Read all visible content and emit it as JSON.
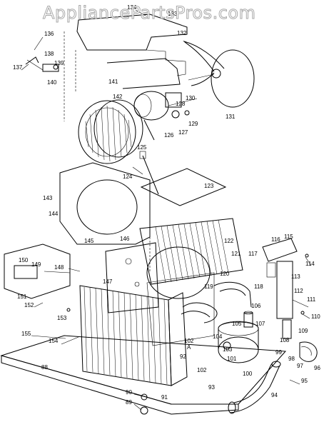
{
  "watermark": "AppliancePartsPros.com",
  "part_labels": {
    "p88": "88",
    "p89": "89",
    "p90": "90",
    "p91": "91",
    "p92": "92",
    "p93": "93",
    "p94": "94",
    "p95": "95",
    "p96": "96",
    "p97": "97",
    "p98": "98",
    "p99": "99",
    "p100": "100",
    "p101": "101",
    "p102": "102",
    "p102a": "102",
    "p102a_sub": "A",
    "p103": "103",
    "p104": "104",
    "p105": "105",
    "p106": "106",
    "p107": "107",
    "p108": "108",
    "p109": "109",
    "p110": "110",
    "p111": "111",
    "p112": "112",
    "p113": "113",
    "p114": "114",
    "p115": "115",
    "p116": "116",
    "p117": "117",
    "p118": "118",
    "p119": "119",
    "p120": "120",
    "p121": "121",
    "p122": "122",
    "p123": "123",
    "p124": "124",
    "p125": "125",
    "p126": "126",
    "p127": "127",
    "p128": "128",
    "p129": "129",
    "p130": "130",
    "p131": "131",
    "p132": "132",
    "p133": "133",
    "p134": "134",
    "p136": "136",
    "p137": "137",
    "p138": "138",
    "p139": "139",
    "p140": "140",
    "p141": "141",
    "p142": "142",
    "p143": "143",
    "p144": "144",
    "p145": "145",
    "p146": "146",
    "p147": "147",
    "p148": "148",
    "p149": "149",
    "p150": "150",
    "p151": "151",
    "p152": "152",
    "p153": "153",
    "p154": "154",
    "p155": "155"
  }
}
